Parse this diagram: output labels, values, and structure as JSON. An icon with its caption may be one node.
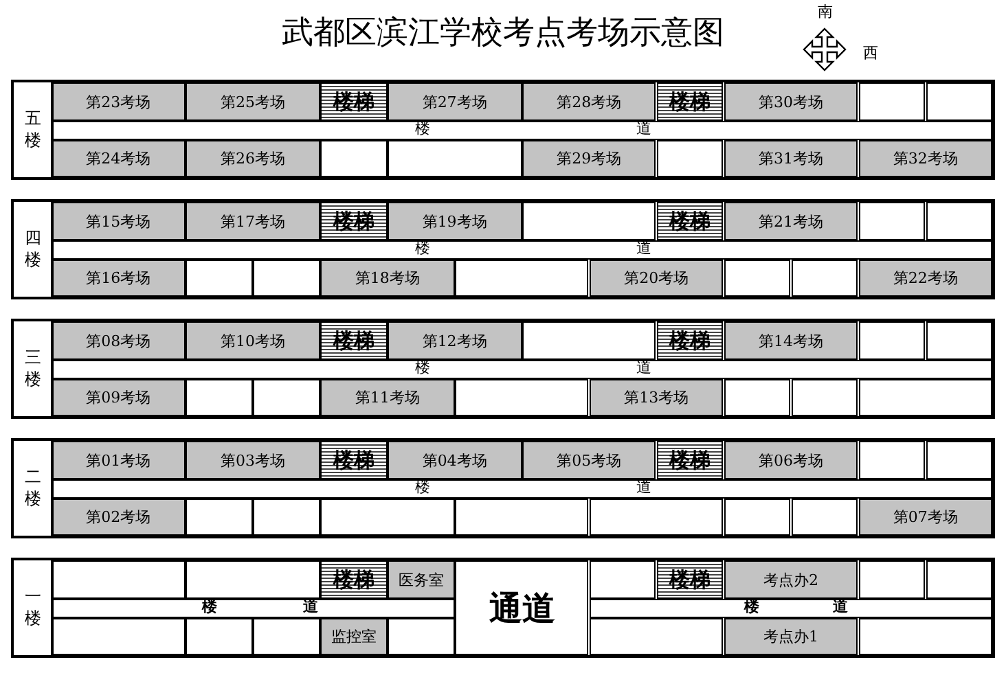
{
  "diagram": {
    "title": "武都区滨江学校考点考场示意图",
    "nodes": [
      {
        "text": [
          "五楼"
        ]
      },
      {
        "text": [
          "第23考场"
        ],
        "in": 0
      },
      {
        "text": [
          "第25考场"
        ],
        "in": 0
      },
      {
        "text": [
          "楼梯"
        ],
        "in": 0
      },
      {
        "text": [
          "第27考场"
        ],
        "in": 0
      },
      {
        "text": [
          "第28考场"
        ],
        "in": 0
      },
      {
        "text": [
          "楼梯"
        ],
        "in": 0
      },
      {
        "text": [
          "第30考场"
        ],
        "in": 0
      },
      {
        "text": [],
        "shape": "box",
        "in": 0
      },
      {
        "text": [],
        "shape": "box",
        "in": 0
      },
      {
        "text": [
          "楼",
          "道"
        ],
        "in": 0
      },
      {
        "text": [
          "第24考场"
        ],
        "in": 0
      },
      {
        "text": [
          "第26考场"
        ],
        "in": 0
      },
      {
        "text": [],
        "shape": "box",
        "in": 0
      },
      {
        "text": [],
        "shape": "box",
        "in": 0
      },
      {
        "text": [
          "第29考场"
        ],
        "in": 0
      },
      {
        "text": [],
        "shape": "box",
        "in": 0
      },
      {
        "text": [
          "第31考场"
        ],
        "in": 0
      },
      {
        "text": [
          "第32考场"
        ],
        "in": 0
      },
      {
        "text": [
          "四楼"
        ]
      },
      {
        "text": [
          "第15考场"
        ],
        "in": 19
      },
      {
        "text": [
          "第17考场"
        ],
        "in": 19
      },
      {
        "text": [
          "楼梯"
        ],
        "in": 19
      },
      {
        "text": [
          "第19考场"
        ],
        "in": 19
      },
      {
        "text": [],
        "shape": "box",
        "in": 19
      },
      {
        "text": [
          "楼梯"
        ],
        "in": 19
      },
      {
        "text": [
          "第21考场"
        ],
        "in": 19
      },
      {
        "text": [],
        "shape": "box",
        "in": 19
      },
      {
        "text": [],
        "shape": "box",
        "in": 19
      },
      {
        "text": [
          "楼",
          "道"
        ],
        "in": 19
      },
      {
        "text": [
          "第16考场"
        ],
        "in": 19
      },
      {
        "text": [],
        "shape": "box",
        "in": 19
      },
      {
        "text": [],
        "shape": "box",
        "in": 19
      },
      {
        "text": [
          "第18考场"
        ],
        "in": 19
      },
      {
        "text": [],
        "shape": "box",
        "in": 19
      },
      {
        "text": [
          "第20考场"
        ],
        "in": 19
      },
      {
        "text": [],
        "shape": "box",
        "in": 19
      },
      {
        "text": [],
        "shape": "box",
        "in": 19
      },
      {
        "text": [
          "第22考场"
        ],
        "in": 19
      },
      {
        "text": [
          "三楼"
        ]
      },
      {
        "text": [
          "第08考场"
        ],
        "in": 39
      },
      {
        "text": [
          "第10考场"
        ],
        "in": 39
      },
      {
        "text": [
          "楼梯"
        ],
        "in": 39
      },
      {
        "text": [
          "第12考场"
        ],
        "in": 39
      },
      {
        "text": [],
        "shape": "box",
        "in": 39
      },
      {
        "text": [
          "楼梯"
        ],
        "in": 39
      },
      {
        "text": [
          "第14考场"
        ],
        "in": 39
      },
      {
        "text": [],
        "shape": "box",
        "in": 39
      },
      {
        "text": [],
        "shape": "box",
        "in": 39
      },
      {
        "text": [
          "楼",
          "道"
        ],
        "in": 39
      },
      {
        "text": [
          "第09考场"
        ],
        "in": 39
      },
      {
        "text": [],
        "shape": "box",
        "in": 39
      },
      {
        "text": [],
        "shape": "box",
        "in": 39
      },
      {
        "text": [
          "第11考场"
        ],
        "in": 39
      },
      {
        "text": [],
        "shape": "box",
        "in": 39
      },
      {
        "text": [
          "第13考场"
        ],
        "in": 39
      },
      {
        "text": [],
        "shape": "box",
        "in": 39
      },
      {
        "text": [],
        "shape": "box",
        "in": 39
      },
      {
        "text": [],
        "shape": "box",
        "in": 39
      },
      {
        "text": [
          "二楼"
        ]
      },
      {
        "text": [
          "第01考场"
        ],
        "in": 59
      },
      {
        "text": [
          "第03考场"
        ],
        "in": 59
      },
      {
        "text": [
          "楼梯"
        ],
        "in": 59
      },
      {
        "text": [
          "第04考场"
        ],
        "in": 59
      },
      {
        "text": [
          "第05考场"
        ],
        "in": 59
      },
      {
        "text": [
          "楼梯"
        ],
        "in": 59
      },
      {
        "text": [
          "第06考场"
        ],
        "in": 59
      },
      {
        "text": [],
        "shape": "box",
        "in": 59
      },
      {
        "text": [],
        "shape": "box",
        "in": 59
      },
      {
        "text": [
          "楼",
          "道"
        ],
        "in": 59
      },
      {
        "text": [
          "第02考场"
        ],
        "in": 59
      },
      {
        "text": [],
        "shape": "box",
        "in": 59
      },
      {
        "text": [],
        "shape": "box",
        "in": 59
      },
      {
        "text": [],
        "shape": "box",
        "in": 59
      },
      {
        "text": [],
        "shape": "box",
        "in": 59
      },
      {
        "text": [],
        "shape": "box",
        "in": 59
      },
      {
        "text": [],
        "shape": "box",
        "in": 59
      },
      {
        "text": [],
        "shape": "box",
        "in": 59
      },
      {
        "text": [
          "第07考场"
        ],
        "in": 59
      },
      {
        "text": [
          "一楼"
        ]
      },
      {
        "text": [],
        "shape": "box",
        "in": 79
      },
      {
        "text": [],
        "shape": "box",
        "in": 79
      },
      {
        "text": [
          "楼梯"
        ],
        "in": 79
      },
      {
        "text": [
          "医务室"
        ],
        "in": 79
      },
      {
        "text": [
          "通道"
        ],
        "in": 79
      },
      {
        "text": [],
        "shape": "box",
        "in": 79
      },
      {
        "text": [
          "楼梯"
        ],
        "in": 79
      },
      {
        "text": [
          "考点办2"
        ],
        "in": 79
      },
      {
        "text": [],
        "shape": "box",
        "in": 79
      },
      {
        "text": [],
        "shape": "box",
        "in": 79
      },
      {
        "text": [
          "楼",
          "道"
        ],
        "in": 79
      },
      {
        "text": [
          "楼",
          "道"
        ],
        "in": 79
      },
      {
        "text": [],
        "shape": "box",
        "in": 79
      },
      {
        "text": [],
        "shape": "box",
        "in": 79
      },
      {
        "text": [],
        "shape": "box",
        "in": 79
      },
      {
        "text": [
          "监控室"
        ],
        "in": 79
      },
      {
        "text": [],
        "shape": "box",
        "in": 79
      },
      {
        "text": [],
        "shape": "box",
        "in": 79
      },
      {
        "text": [
          "考点办1"
        ],
        "in": 79
      },
      {
        "text": [],
        "shape": "box",
        "in": 79
      }
    ],
    "labels": [
      "南",
      "西"
    ]
  }
}
